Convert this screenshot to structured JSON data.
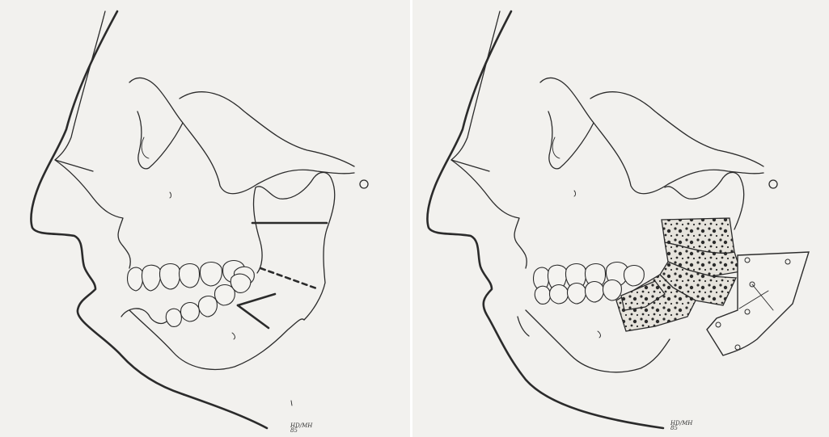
{
  "figure": {
    "panels": [
      {
        "stage": "before",
        "signature": "HD/MH\n85"
      },
      {
        "stage": "after",
        "signature": "HD/MH\n85"
      }
    ],
    "colors": {
      "ink": "#2b2b2b",
      "paper": "#f2f1ee",
      "graft_fill": "#e6e3dc"
    },
    "icons": [
      "skull-profile",
      "bone-graft",
      "fixation-plate",
      "screw"
    ]
  }
}
